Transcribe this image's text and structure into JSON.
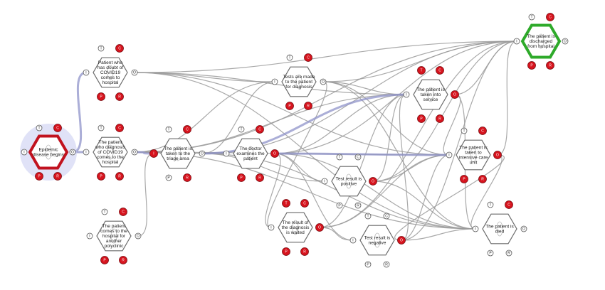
{
  "port_letters": {
    "T": "T",
    "C": "C",
    "I": "I",
    "O": "O",
    "P": "P",
    "R": "R"
  },
  "colors": {
    "start_border": "#c1121f",
    "end_border": "#2eaa2a",
    "highlight_edge": "#8f93c9",
    "edge": "#9a9a9a",
    "port_red": "#d7141e"
  },
  "nodes": [
    {
      "id": "epidemic",
      "lines": [
        "Epidemic",
        "disease begins"
      ],
      "kind": "start"
    },
    {
      "id": "doubt",
      "lines": [
        "Patient who",
        "has doubt of",
        "COVID19",
        "comes to",
        "hospital"
      ],
      "kind": "normal"
    },
    {
      "id": "diagnosis",
      "lines": [
        "The patient",
        "who diagnosis",
        "of COVID19",
        "comes to the",
        "hospital"
      ],
      "kind": "normal"
    },
    {
      "id": "polyclinic",
      "lines": [
        "The patient",
        "comes to the",
        "hospital for",
        "another",
        "polyclinic"
      ],
      "kind": "normal"
    },
    {
      "id": "triage",
      "lines": [
        "The patient is",
        "taken to the",
        "triage area"
      ],
      "kind": "normal"
    },
    {
      "id": "doctor",
      "lines": [
        "The doctor",
        "examines the",
        "patient"
      ],
      "kind": "normal"
    },
    {
      "id": "tests",
      "lines": [
        "Tests are made",
        "to the patient",
        "for diagnosis"
      ],
      "kind": "normal"
    },
    {
      "id": "positive",
      "lines": [
        "Test result is",
        "positive"
      ],
      "kind": "normal"
    },
    {
      "id": "waited",
      "lines": [
        "The result of",
        "the diagnosis",
        "is waited"
      ],
      "kind": "normal"
    },
    {
      "id": "negative",
      "lines": [
        "Test result is",
        "negative"
      ],
      "kind": "normal"
    },
    {
      "id": "service",
      "lines": [
        "The patient is",
        "taken into",
        "service"
      ],
      "kind": "normal"
    },
    {
      "id": "icu",
      "lines": [
        "The patient is",
        "taken to",
        "intensive care",
        "unit"
      ],
      "kind": "normal"
    },
    {
      "id": "died",
      "lines": [
        "The patient is",
        "died"
      ],
      "kind": "normal"
    },
    {
      "id": "discharged",
      "lines": [
        "The patient is",
        "discharged",
        "from hospital"
      ],
      "kind": "end"
    }
  ]
}
